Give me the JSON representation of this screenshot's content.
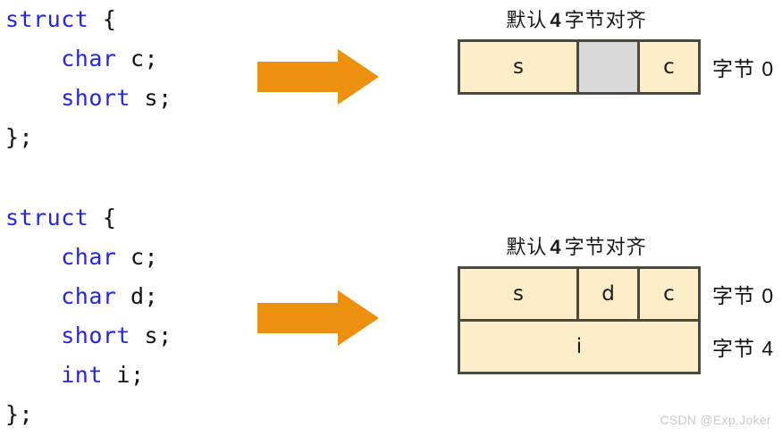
{
  "structs": [
    {
      "name": "struct-char-short",
      "lines": [
        {
          "keyword": "struct",
          "rest": " {"
        },
        {
          "indent": "    ",
          "keyword": "char",
          "rest": " c;"
        },
        {
          "indent": "    ",
          "keyword": "short",
          "rest": " s;"
        },
        {
          "keyword": "",
          "rest": "};"
        }
      ]
    },
    {
      "name": "struct-char-char-short-int",
      "lines": [
        {
          "keyword": "struct",
          "rest": " {"
        },
        {
          "indent": "    ",
          "keyword": "char",
          "rest": " c;"
        },
        {
          "indent": "    ",
          "keyword": "char",
          "rest": " d;"
        },
        {
          "indent": "    ",
          "keyword": "short",
          "rest": " s;"
        },
        {
          "indent": "    ",
          "keyword": "int",
          "rest": " i;"
        },
        {
          "keyword": "",
          "rest": "};"
        }
      ]
    }
  ],
  "diagrams": [
    {
      "caption_prefix": "默认",
      "caption_num": "4",
      "caption_suffix": "字节对齐",
      "rows": [
        {
          "byte_label": "字节 0",
          "cells": [
            {
              "label": "s",
              "bytes": 2,
              "kind": "member"
            },
            {
              "label": "",
              "bytes": 1,
              "kind": "padding"
            },
            {
              "label": "c",
              "bytes": 1,
              "kind": "member"
            }
          ]
        }
      ]
    },
    {
      "caption_prefix": "默认",
      "caption_num": "4",
      "caption_suffix": "字节对齐",
      "rows": [
        {
          "byte_label": "字节 0",
          "cells": [
            {
              "label": "s",
              "bytes": 2,
              "kind": "member"
            },
            {
              "label": "d",
              "bytes": 1,
              "kind": "member"
            },
            {
              "label": "c",
              "bytes": 1,
              "kind": "member"
            }
          ]
        },
        {
          "byte_label": "字节 4",
          "cells": [
            {
              "label": "i",
              "bytes": 4,
              "kind": "member"
            }
          ]
        }
      ]
    }
  ],
  "arrows": [
    {
      "name": "arrow-struct-1-to-layout-1",
      "direction": "right"
    },
    {
      "name": "arrow-struct-2-to-layout-2",
      "direction": "right"
    }
  ],
  "watermark": "CSDN @Exp.Joker",
  "colors": {
    "keyword": "#2424ee",
    "arrow": "#ee900f",
    "cell_fill": "#fceec8",
    "padding_fill": "#d9d9d9",
    "border": "#4a4a42"
  }
}
